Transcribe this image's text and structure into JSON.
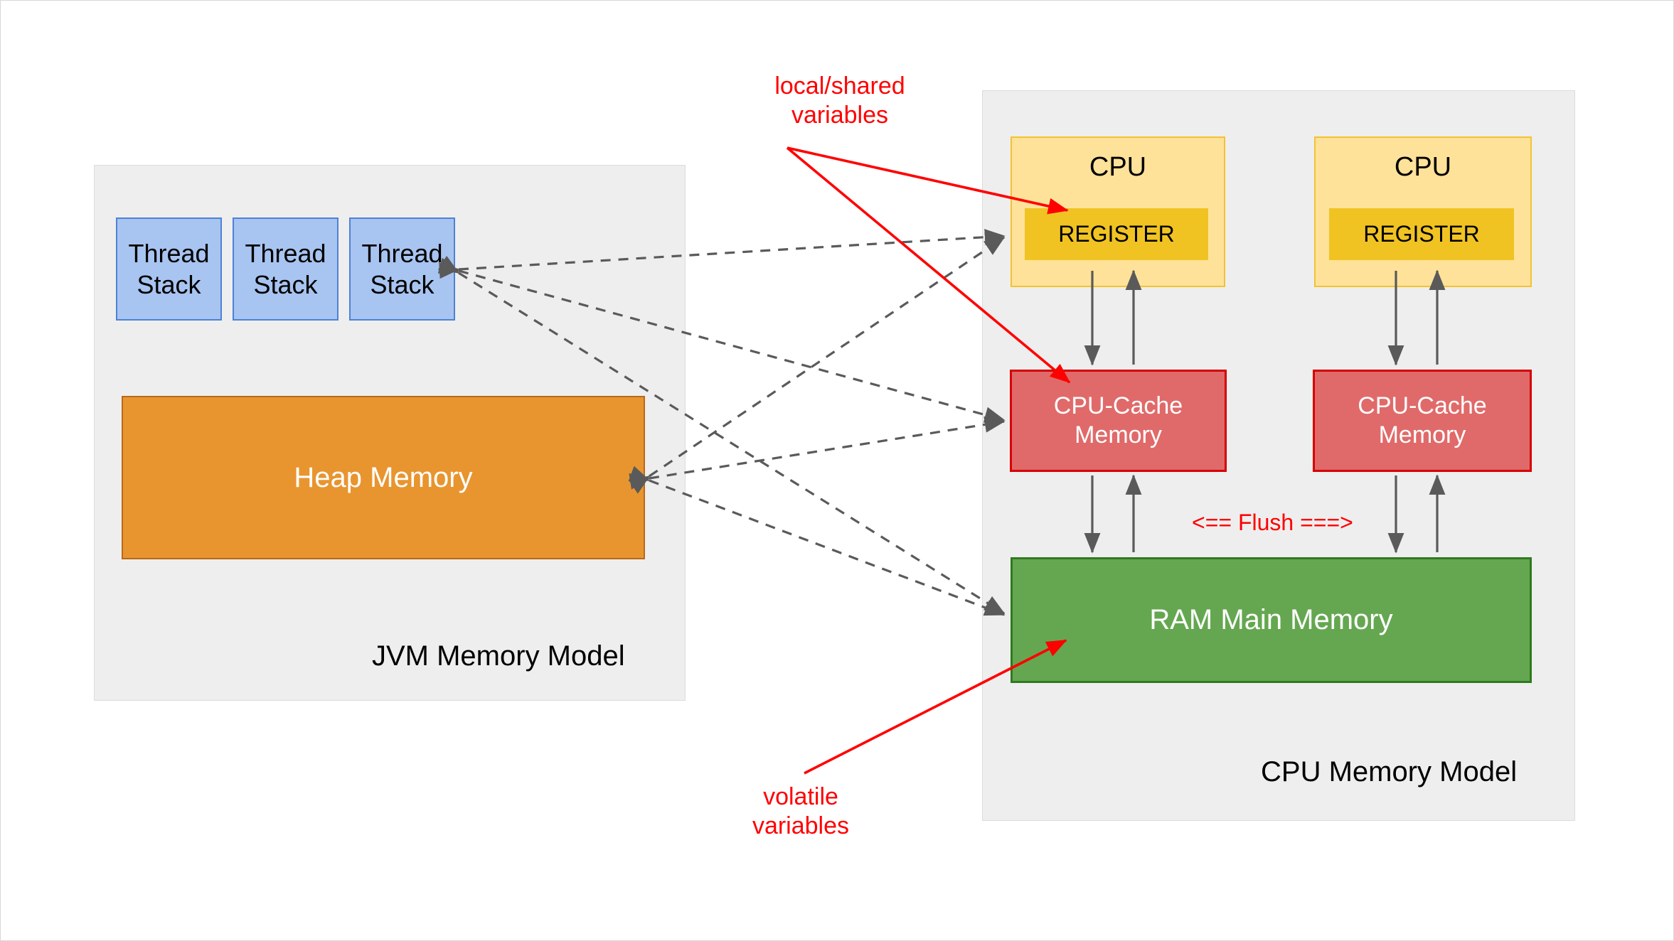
{
  "diagram": {
    "title_jvm": "JVM Memory Model",
    "title_cpu": "CPU Memory Model"
  },
  "jvm_panel": {
    "label": "JVM Memory Model",
    "thread_stacks": [
      {
        "line1": "Thread",
        "line2": "Stack"
      },
      {
        "line1": "Thread",
        "line2": "Stack"
      },
      {
        "line1": "Thread",
        "line2": "Stack"
      }
    ],
    "heap": {
      "label": "Heap Memory"
    }
  },
  "cpu_panel": {
    "label": "CPU Memory Model",
    "cpus": [
      {
        "label": "CPU",
        "register": "REGISTER",
        "cache_line1": "CPU-Cache",
        "cache_line2": "Memory"
      },
      {
        "label": "CPU",
        "register": "REGISTER",
        "cache_line1": "CPU-Cache",
        "cache_line2": "Memory"
      }
    ],
    "ram": {
      "label": "RAM Main Memory"
    },
    "flush_label": "<== Flush ===>"
  },
  "annotations": {
    "local_shared": "local/shared\nvariables",
    "volatile": "volatile variables"
  },
  "colors": {
    "panel_bg": "#eeeeee",
    "panel_border": "#dcdcdc",
    "thread_fill": "#a8c4f0",
    "thread_border": "#4d82d6",
    "heap_fill": "#e8952f",
    "heap_border": "#b9691a",
    "cpu_fill": "#ffe299",
    "cpu_border": "#f2c232",
    "register_fill": "#f0c323",
    "cache_fill": "#e06a6a",
    "cache_border": "#d60000",
    "ram_fill": "#65a751",
    "ram_border": "#2f7a1f",
    "annotation_red": "#ff0000",
    "connector_gray": "#5a5a5a"
  }
}
